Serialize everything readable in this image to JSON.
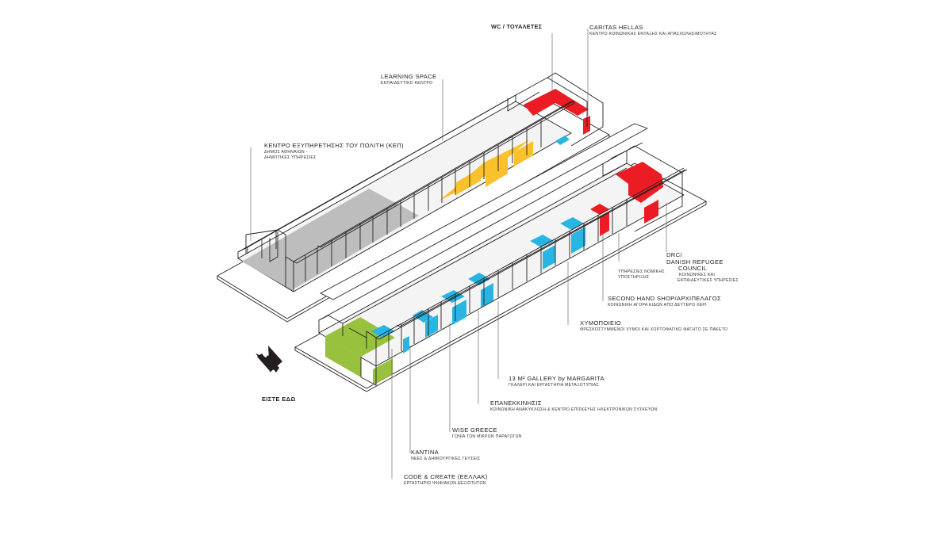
{
  "colors": {
    "gray": "#bdbdbd",
    "yellow": "#f9c12c",
    "red": "#ec1c24",
    "blue": "#29b5e4",
    "green": "#98c13d",
    "line": "#231f20"
  },
  "you_are_here": "ΕΙΣΤΕ ΕΔΩ",
  "you_are_here_icon": "navigation-arrow-icon",
  "labels": [
    {
      "id": "wc",
      "title": "WC / ΤΟΥΑΛΕΤΕΣ",
      "sub": ""
    },
    {
      "id": "caritas",
      "title": "CARITAS HELLAS",
      "sub": "ΚΕΝΤΡΟ ΚΟΙΝΩΝΙΚΗΣ ΕΝΤΑΞΗΣ ΚΑΙ ΑΠΑΣΧΟΛΗΣΙΜΟΤΗΤΑΣ"
    },
    {
      "id": "learning",
      "title": "LEARNING SPACE",
      "sub": "ΕΚΠΑΙΔΕΥΤΙΚΟ ΚΕΝΤΡΟ"
    },
    {
      "id": "kep",
      "title": "ΚΕΝΤΡΟ ΕΞΥΠΗΡΕΤΗΣΗΣ ΤΟΥ ΠΟΛΙΤΗ (ΚΕΠ)",
      "sub": "ΔΗΜΟΣ ΑΘΗΝΑΙΩΝ -",
      "sub2": "ΔΗΜΟΤΙΚΕΣ ΥΠΗΡΕΣΙΕΣ"
    },
    {
      "id": "drc",
      "title": "DRC/",
      "title2": "DANISH REFUGEE",
      "title3": "COUNCIL",
      "sub": "ΚΟΙΝΩΝΙΚΕΣ ΚΑΙ",
      "sub2": "ΕΚΠΑΙΔΕΥΤΙΚΕΣ ΥΠΗΡΕΣΙΕΣ"
    },
    {
      "id": "legal",
      "title": "",
      "sub": "ΥΠΗΡΕΣΙΕΣ ΝΟΜΙΚΗΣ",
      "sub2": "ΥΠΟΣΤΗΡΙΞΗΣ"
    },
    {
      "id": "secondhand",
      "title": "SECOND HAND SHOP/ΑΡΧΙΠΕΛΑΓΟΣ",
      "sub": "ΚΟΙΝΩΝΙΚΗ ΑΓΟΡΑ ΕΙΔΩΝ ΑΠΟ ΔΕΥΤΕΡΟ ΧΕΡΙ"
    },
    {
      "id": "juice",
      "title": "ΧΥΜΟΠΟΙΕΙΟ",
      "sub": "ΦΡΕΣΚΟΣΤΥΜΜΕΝΟΙ ΧΥΜΟΙ ΚΑΙ ΧΟΡΤΟΦΑΓΙΚΟ ΦΑΓΗΤΟ ΣΕ ΠΑΚΕΤΟ"
    },
    {
      "id": "gallery",
      "title": "13 M² GALLERY by MARGARITA",
      "sub": "ΓΚΑΛΕΡΙ ΚΑΙ ΕΡΓΑΣΤΗΡΙΑ ΜΕΤΑΞΟΤΥΠΙΑΣ"
    },
    {
      "id": "epanekk",
      "title": "ΕΠΑΝΕΚΚΙΝΗΣΙΣ",
      "sub": "ΚΟΙΝΩΝΙΚΗ ΑΝΑΚΥΚΛΩΣΗ & ΚΕΝΤΡΟ ΕΠΙΣΚΕΥΗΣ ΗΛΕΚΤΡΟΝΙΚΩΝ ΣΥΣΚΕΥΩΝ"
    },
    {
      "id": "wise",
      "title": "WISE GREECE",
      "sub": "ΓΩΝΙΑ ΤΩΝ ΜΙΚΡΩΝ ΠΑΡΑΓΩΓΩΝ"
    },
    {
      "id": "kantina",
      "title": "ΚΑΝΤΙΝΑ",
      "sub": "ΝΕΕΣ & ΔΗΜΙΟΥΡΓΙΚΕΣ ΓΕΥΣΕΙΣ"
    },
    {
      "id": "code",
      "title": "CODE & CREATE (ΕΕΛΛΑΚ)",
      "sub": "ΕΡΓΑΣΤΗΡΙΟ ΨΗΦΙΑΚΩΝ ΔΕΞΙΟΤΗΤΩΝ"
    }
  ]
}
